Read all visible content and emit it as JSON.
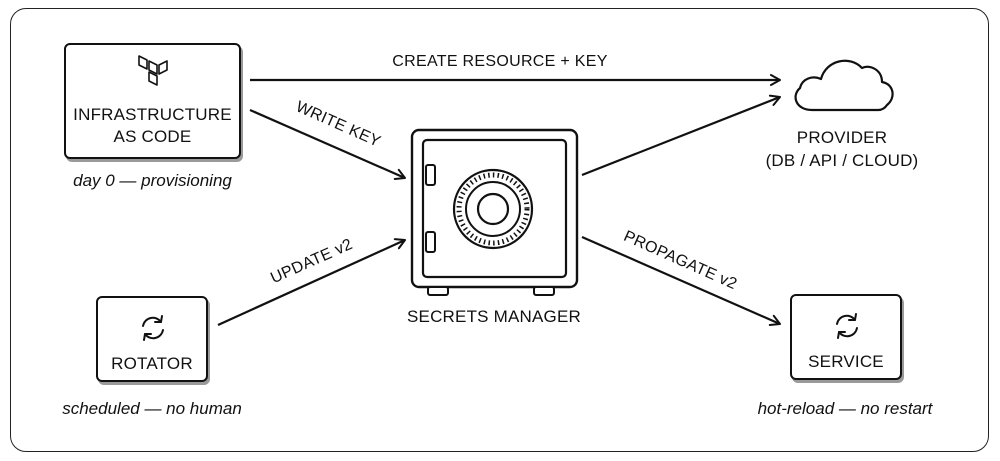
{
  "nodes": {
    "iac": {
      "label_line1": "INFRASTRUCTURE",
      "label_line2": "AS CODE",
      "caption": "day 0 — provisioning",
      "icon": "terraform-icon"
    },
    "rotator": {
      "label": "ROTATOR",
      "caption": "scheduled — no human",
      "icon": "refresh-icon"
    },
    "secrets_manager": {
      "label": "SECRETS MANAGER",
      "icon": "safe-icon"
    },
    "provider": {
      "label_line1": "PROVIDER",
      "label_line2": "(DB / API / CLOUD)",
      "icon": "cloud-icon"
    },
    "service": {
      "label": "SERVICE",
      "caption": "hot-reload — no restart",
      "icon": "refresh-icon"
    }
  },
  "edges": [
    {
      "from": "iac",
      "to": "provider",
      "label": "CREATE RESOURCE + KEY"
    },
    {
      "from": "iac",
      "to": "secrets_manager",
      "label": "WRITE KEY"
    },
    {
      "from": "rotator",
      "to": "secrets_manager",
      "label": "UPDATE v2"
    },
    {
      "from": "secrets_manager",
      "to": "provider",
      "label": ""
    },
    {
      "from": "secrets_manager",
      "to": "service",
      "label": "PROPAGATE v2"
    }
  ]
}
